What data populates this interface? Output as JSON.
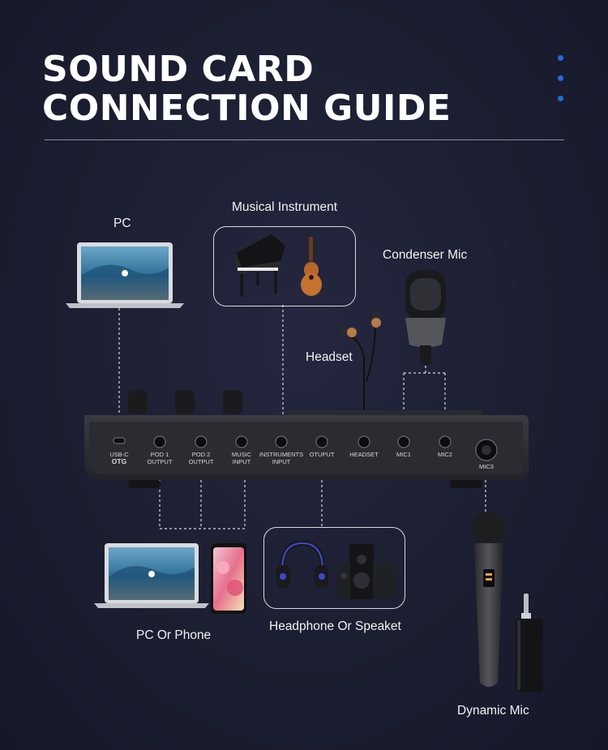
{
  "title": {
    "line1": "SOUND CARD",
    "line2": "CONNECTION GUIDE"
  },
  "labels": {
    "pc": "PC",
    "musical_instrument": "Musical Instrument",
    "condenser_mic": "Condenser Mic",
    "headset": "Headset",
    "pc_or_phone": "PC Or Phone",
    "headphone_or_speaker": "Headphone Or Speaket",
    "dynamic_mic": "Dynamic Mic"
  },
  "ports": {
    "usbc": {
      "line1": "USB-C",
      "line2": "OTG"
    },
    "pod1": {
      "line1": "POD 1",
      "line2": "OUTPUT"
    },
    "pod2": {
      "line1": "POD 2",
      "line2": "OUTPUT"
    },
    "music": {
      "line1": "MUSIC",
      "line2": "INPUT"
    },
    "instruments": {
      "line1": "INSTRUMENTS",
      "line2": "INPUT"
    },
    "otput": {
      "line1": "OTUPUT"
    },
    "headset": {
      "line1": "HEADSET"
    },
    "mic1": {
      "line1": "MIC1"
    },
    "mic2": {
      "line1": "MIC2"
    },
    "mic3": {
      "line1": "MIC3"
    }
  },
  "colors": {
    "accent_dots": "#1e6de0",
    "background": "#1c1e31",
    "device_body": "#2b2c31"
  },
  "icons": [
    "laptop-icon",
    "grand-piano-icon",
    "ukulele-icon",
    "earphones-icon",
    "condenser-mic-icon",
    "smartphone-icon",
    "headphones-icon",
    "speaker-icon",
    "dynamic-mic-icon",
    "wireless-receiver-icon"
  ]
}
